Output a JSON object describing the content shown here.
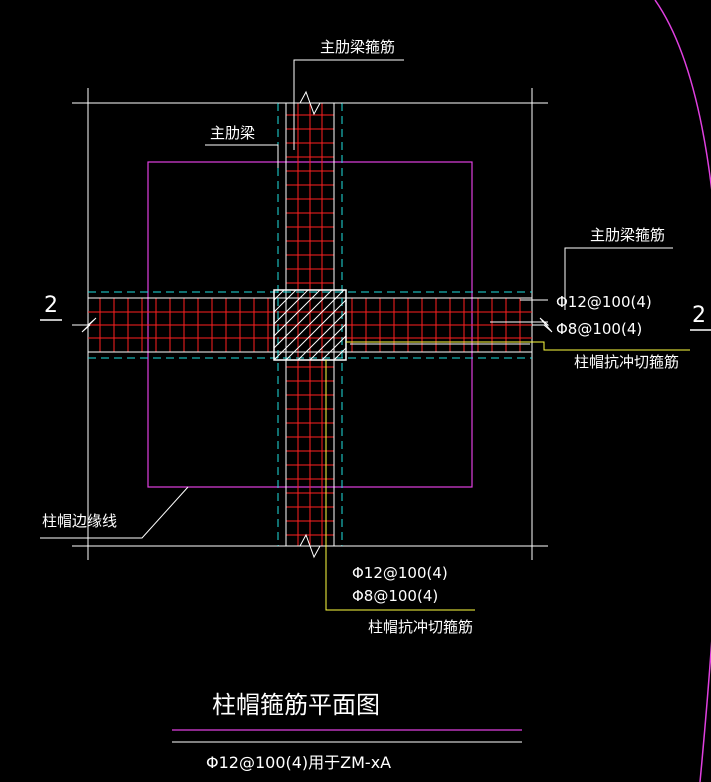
{
  "colors": {
    "background": "#000000",
    "rebar": "#ff2020",
    "beam_edge": "#ffffff",
    "dashed": "#20e0e0",
    "column_cap": "#e040e0",
    "leader": "#ffff40",
    "text": "#ffffff"
  },
  "labels": {
    "main_beam_stirrup_top": "主肋梁箍筋",
    "main_beam": "主肋梁",
    "main_beam_stirrup_right": "主肋梁箍筋",
    "section_left": "2",
    "section_right": "2",
    "spec_right_1": "Φ12@100(4)",
    "spec_right_2": "Φ8@100(4)",
    "punching_right": "柱帽抗冲切箍筋",
    "cap_edge_line": "柱帽边缘线",
    "spec_bottom_1": "Φ12@100(4)",
    "spec_bottom_2": "Φ8@100(4)",
    "punching_bottom": "柱帽抗冲切箍筋",
    "title": "柱帽箍筋平面图",
    "subtitle": "Φ12@100(4)用于ZM-xA"
  }
}
